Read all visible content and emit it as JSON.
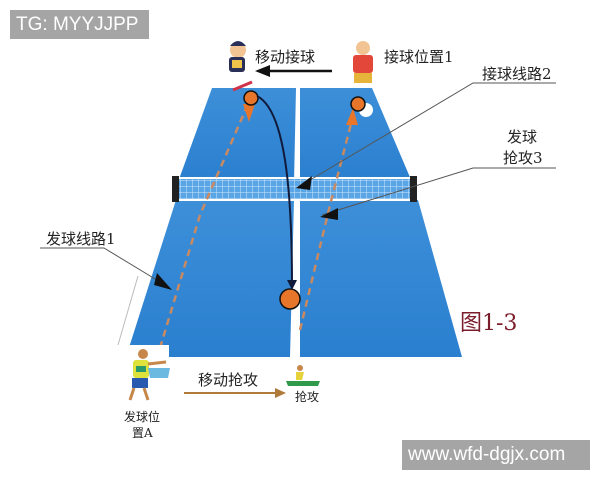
{
  "watermarks": {
    "top": "TG: MYYJJPP",
    "bottom": "www.wfd-dgjx.com"
  },
  "labels": {
    "move_receive": "移动接球",
    "receive_position": "接球位置1",
    "receive_route": "接球线路2",
    "serve_attack_line1": "发球",
    "serve_attack_line2": "抢攻3",
    "serve_route": "发球线路1",
    "move_attack": "移动抢攻",
    "attack": "抢攻",
    "serve_position_line1": "发球位",
    "serve_position_line2": "置A",
    "figure": "图1-3"
  },
  "icons": {
    "player_top_left": "table-tennis-player-icon",
    "player_top_right": "table-tennis-player-icon",
    "player_bottom_left": "table-tennis-server-icon",
    "player_attack": "table-tennis-attacker-icon"
  },
  "colors": {
    "table": "#2f86d4",
    "table_dark": "#1f6fbf",
    "ball": "#e8762a",
    "figure_label": "#7a1c2a",
    "watermark_bg": "#a5a5a5"
  }
}
